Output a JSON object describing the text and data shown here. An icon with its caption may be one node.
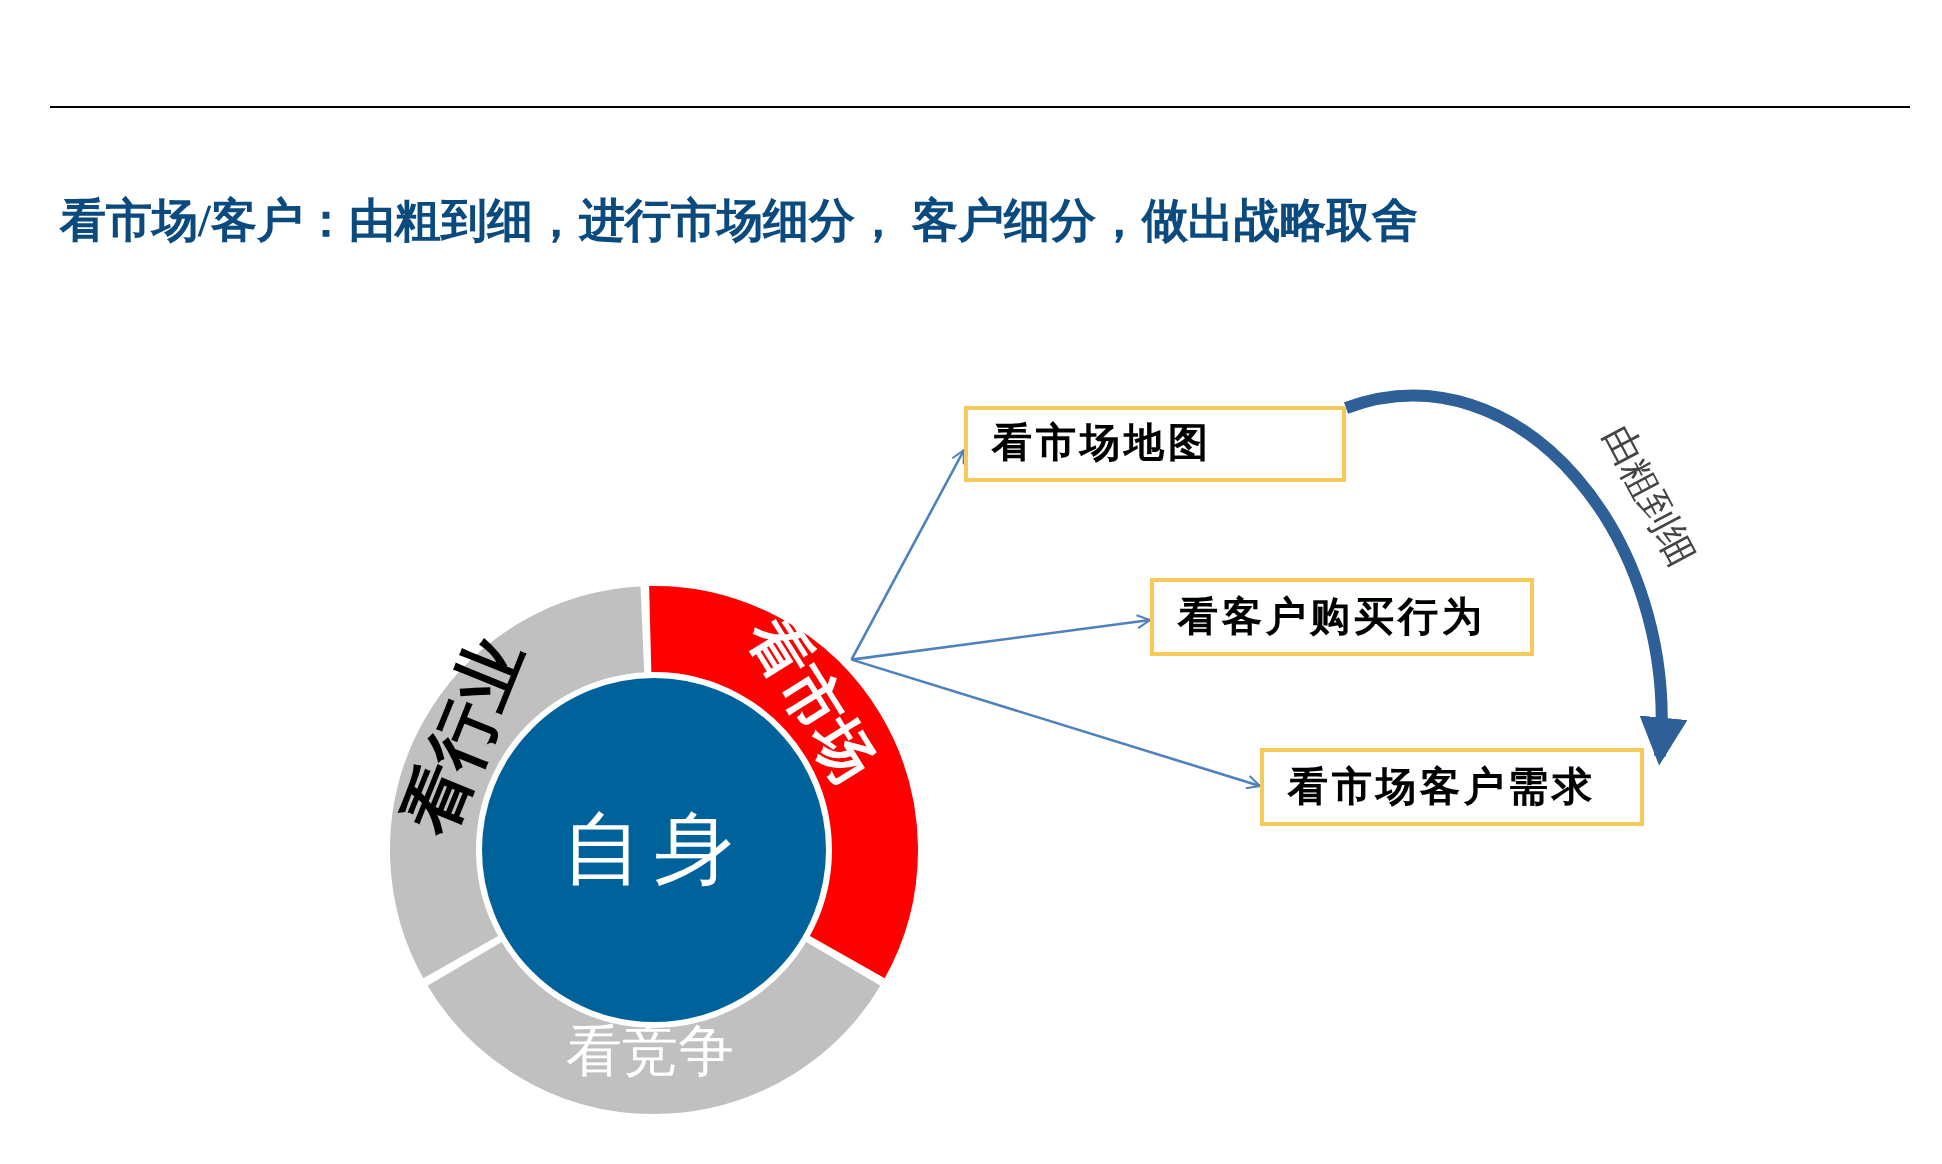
{
  "diagram": {
    "title": "看市场/客户：由粗到细，进行市场细分， 客户细分，做出战略取舍",
    "nodes": [
      {
        "text": [
          "自身"
        ]
      },
      {
        "text": [
          "看行业"
        ]
      },
      {
        "text": [
          "看市场"
        ]
      },
      {
        "text": [
          "看竞争"
        ]
      },
      {
        "text": [
          "看市场地图"
        ]
      },
      {
        "text": [
          "看客户购买行为"
        ]
      },
      {
        "text": [
          "看市场客户需求"
        ]
      }
    ],
    "edges": [
      {
        "from": 2,
        "to": 4,
        "arrow": "to"
      },
      {
        "from": 2,
        "to": 5,
        "arrow": "to"
      },
      {
        "from": 2,
        "to": 6,
        "arrow": "to"
      },
      {
        "from": 4,
        "to": 6,
        "arrow": "to",
        "label": "由粗到细",
        "style": "thick",
        "color": "#2e5f97"
      }
    ]
  }
}
